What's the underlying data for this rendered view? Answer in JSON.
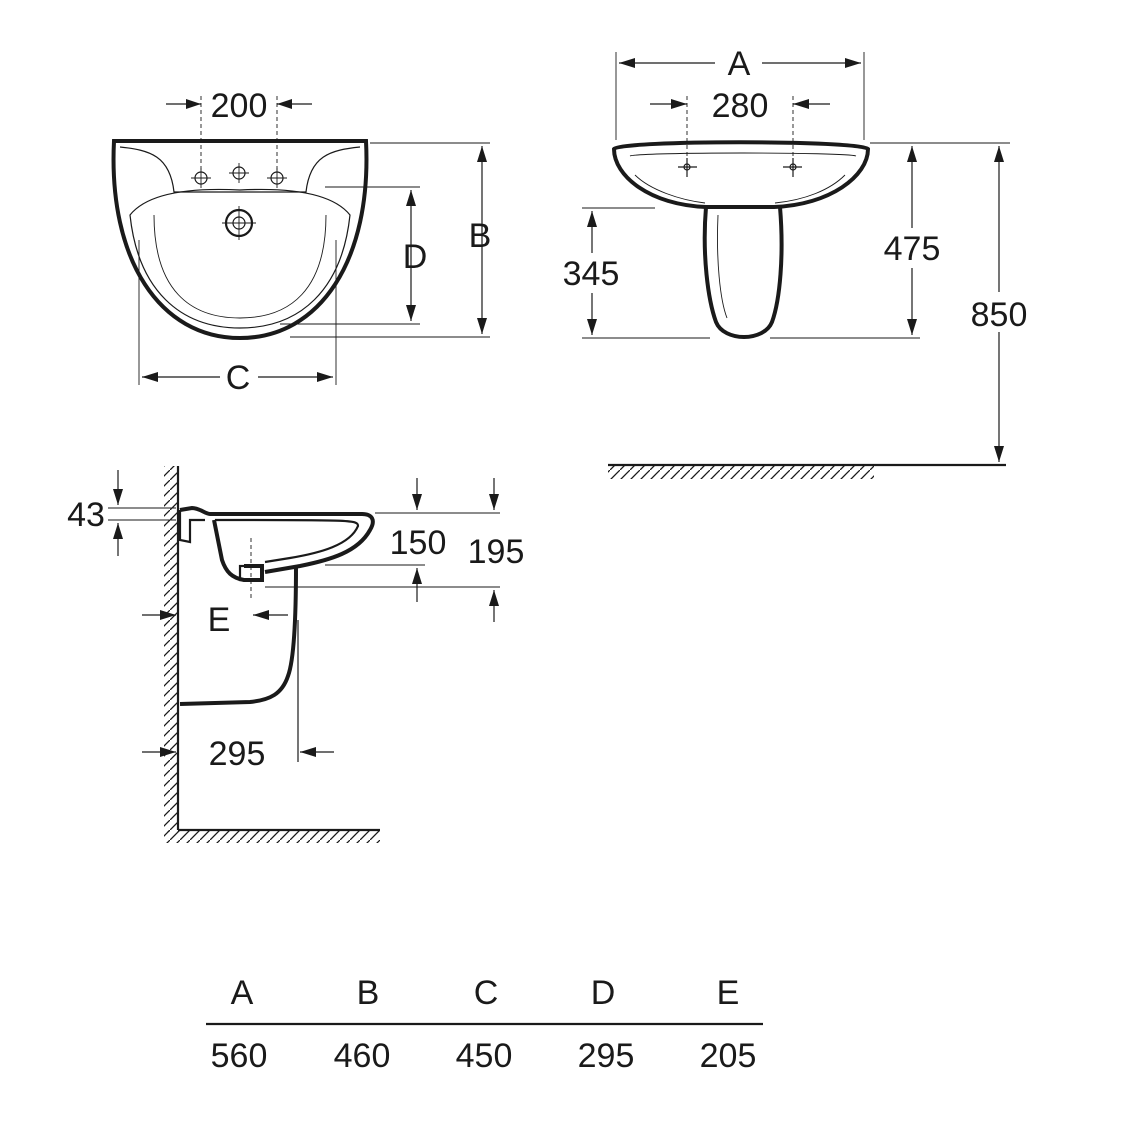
{
  "front_view": {
    "tap_spacing": "200",
    "height_label": "B",
    "bowl_depth_label": "D",
    "width_label": "C"
  },
  "side_pedestal_view": {
    "width_label": "A",
    "tap_spacing": "280",
    "pedestal_gap": "345",
    "bowl_to_pedestal": "475",
    "total_height": "850"
  },
  "wall_section_view": {
    "rim_thickness": "43",
    "inner_depth": "150",
    "outer_depth": "195",
    "waste_offset_label": "E",
    "pedestal_depth": "295"
  },
  "dimension_table": {
    "headers": [
      "A",
      "B",
      "C",
      "D",
      "E"
    ],
    "values": [
      "560",
      "460",
      "450",
      "295",
      "205"
    ]
  }
}
